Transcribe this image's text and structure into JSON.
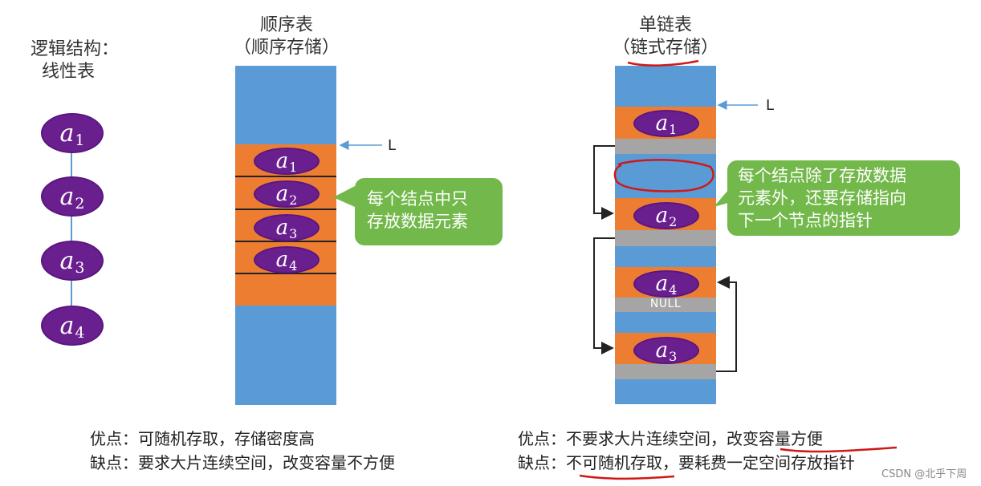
{
  "logical": {
    "title_line1": "逻辑结构：",
    "title_line2": "线性表",
    "nodes": [
      {
        "var": "a",
        "sub": "1"
      },
      {
        "var": "a",
        "sub": "2"
      },
      {
        "var": "a",
        "sub": "3"
      },
      {
        "var": "a",
        "sub": "4"
      }
    ]
  },
  "sequential": {
    "title": "顺序表",
    "subtitle": "（顺序存储）",
    "pointer_label": "L",
    "elements": [
      {
        "var": "a",
        "sub": "1"
      },
      {
        "var": "a",
        "sub": "2"
      },
      {
        "var": "a",
        "sub": "3"
      },
      {
        "var": "a",
        "sub": "4"
      }
    ],
    "callout": [
      "每个结点中只",
      "存放数据元素"
    ],
    "pros": "优点：可随机存取，存储密度高",
    "cons": "缺点：要求大片连续空间，改变容量不方便"
  },
  "linked": {
    "title": "单链表",
    "subtitle": "（链式存储）",
    "pointer_label": "L",
    "nodes": [
      {
        "var": "a",
        "sub": "1"
      },
      {
        "var": "a",
        "sub": "2"
      },
      {
        "var": "a",
        "sub": "4"
      },
      {
        "var": "a",
        "sub": "3"
      }
    ],
    "null_label": "NULL",
    "callout": [
      "每个结点除了存放数据",
      "元素外，还要存储指向",
      "下一个节点的指针"
    ],
    "pros": "优点：不要求大片连续空间，改变容量方便",
    "cons": "缺点：不可随机存取，要耗费一定空间存放指针"
  },
  "watermark": "CSDN @北乎下周",
  "colors": {
    "node_purple": "#6a1f8f",
    "memory_blue": "#5b9bd5",
    "memory_orange": "#ed7d31",
    "pointer_gray": "#a5a5a5",
    "callout_green": "#72b84a",
    "annotation_red": "#d01818"
  }
}
